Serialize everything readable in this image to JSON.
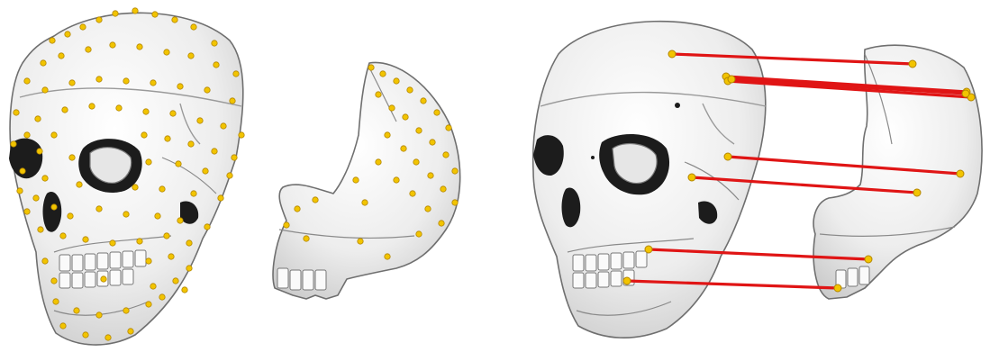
{
  "figure": {
    "left_panel": {
      "skull_landmark_count": 96,
      "fragment_landmark_count": 34
    },
    "right_panel": {
      "correspondence_count": 8
    },
    "colors": {
      "landmark": "#f2c400",
      "correspondence_line": "#e01515",
      "bone": "#f0f0f0",
      "background": "#ffffff"
    }
  }
}
